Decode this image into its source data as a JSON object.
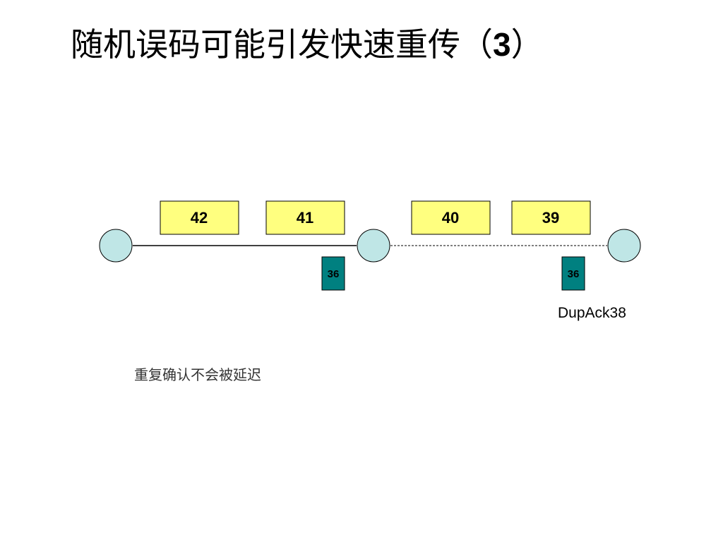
{
  "title": {
    "text": "随机误码可能引发快速重传（",
    "number": "3",
    "close": "）"
  },
  "colors": {
    "packet_fill": "#ffff7f",
    "ack_fill": "#008080",
    "node_fill": "#bfe6e6",
    "line": "#000000"
  },
  "packets": [
    {
      "label": "42"
    },
    {
      "label": "41"
    },
    {
      "label": "40"
    },
    {
      "label": "39"
    }
  ],
  "acks": [
    {
      "label": "36"
    },
    {
      "label": "36"
    }
  ],
  "dupack_label": "DupAck38",
  "note": "重复确认不会被延迟"
}
